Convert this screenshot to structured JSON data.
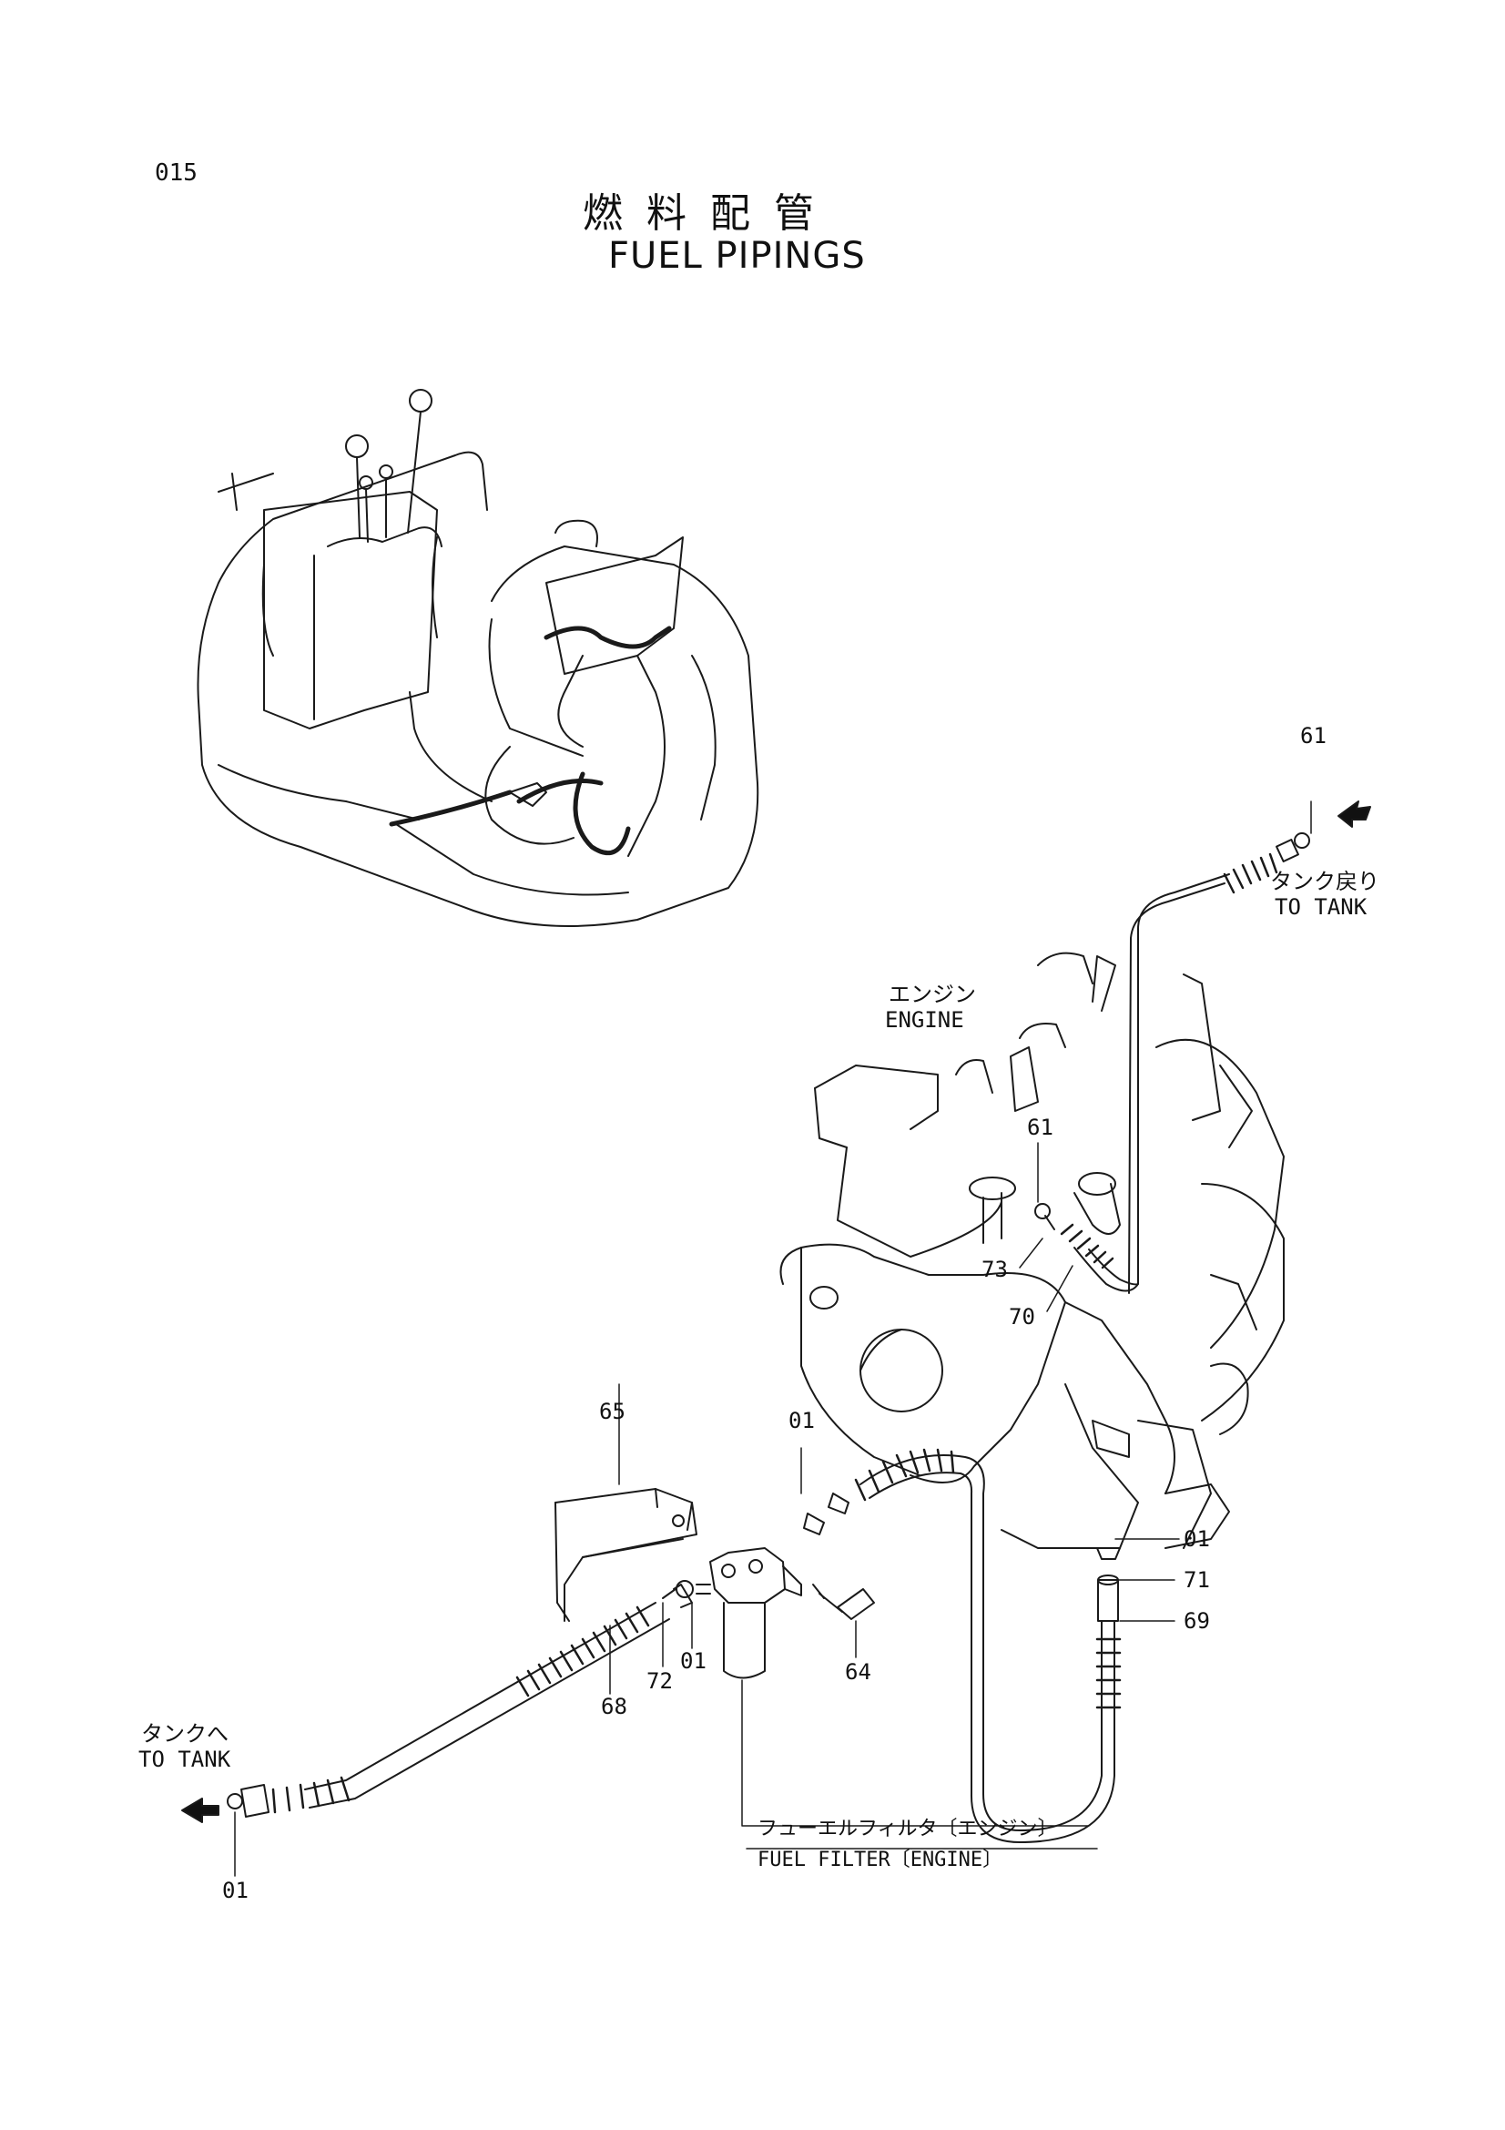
{
  "header": {
    "page_code": "015",
    "title_jp": "燃料配管",
    "title_en": "FUEL PIPINGS"
  },
  "labels": {
    "tank_return_jp": "タンク戻り",
    "tank_return_en": "TO TANK",
    "to_tank_jp": "タンクへ",
    "to_tank_en": "TO TANK",
    "engine_jp": "エンジン",
    "engine_en": "ENGINE",
    "filter_jp": "フューエルフィルタ〔エンジン〕",
    "filter_en": "FUEL FILTER〔ENGINE〕"
  },
  "callouts": {
    "c61_top": "61",
    "c61_mid": "61",
    "c73": "73",
    "c70": "70",
    "c65": "65",
    "c01_upper": "01",
    "c01_right": "01",
    "c71": "71",
    "c69": "69",
    "c64": "64",
    "c01_filter": "01",
    "c72": "72",
    "c68": "68",
    "c01_bottom": "01"
  }
}
